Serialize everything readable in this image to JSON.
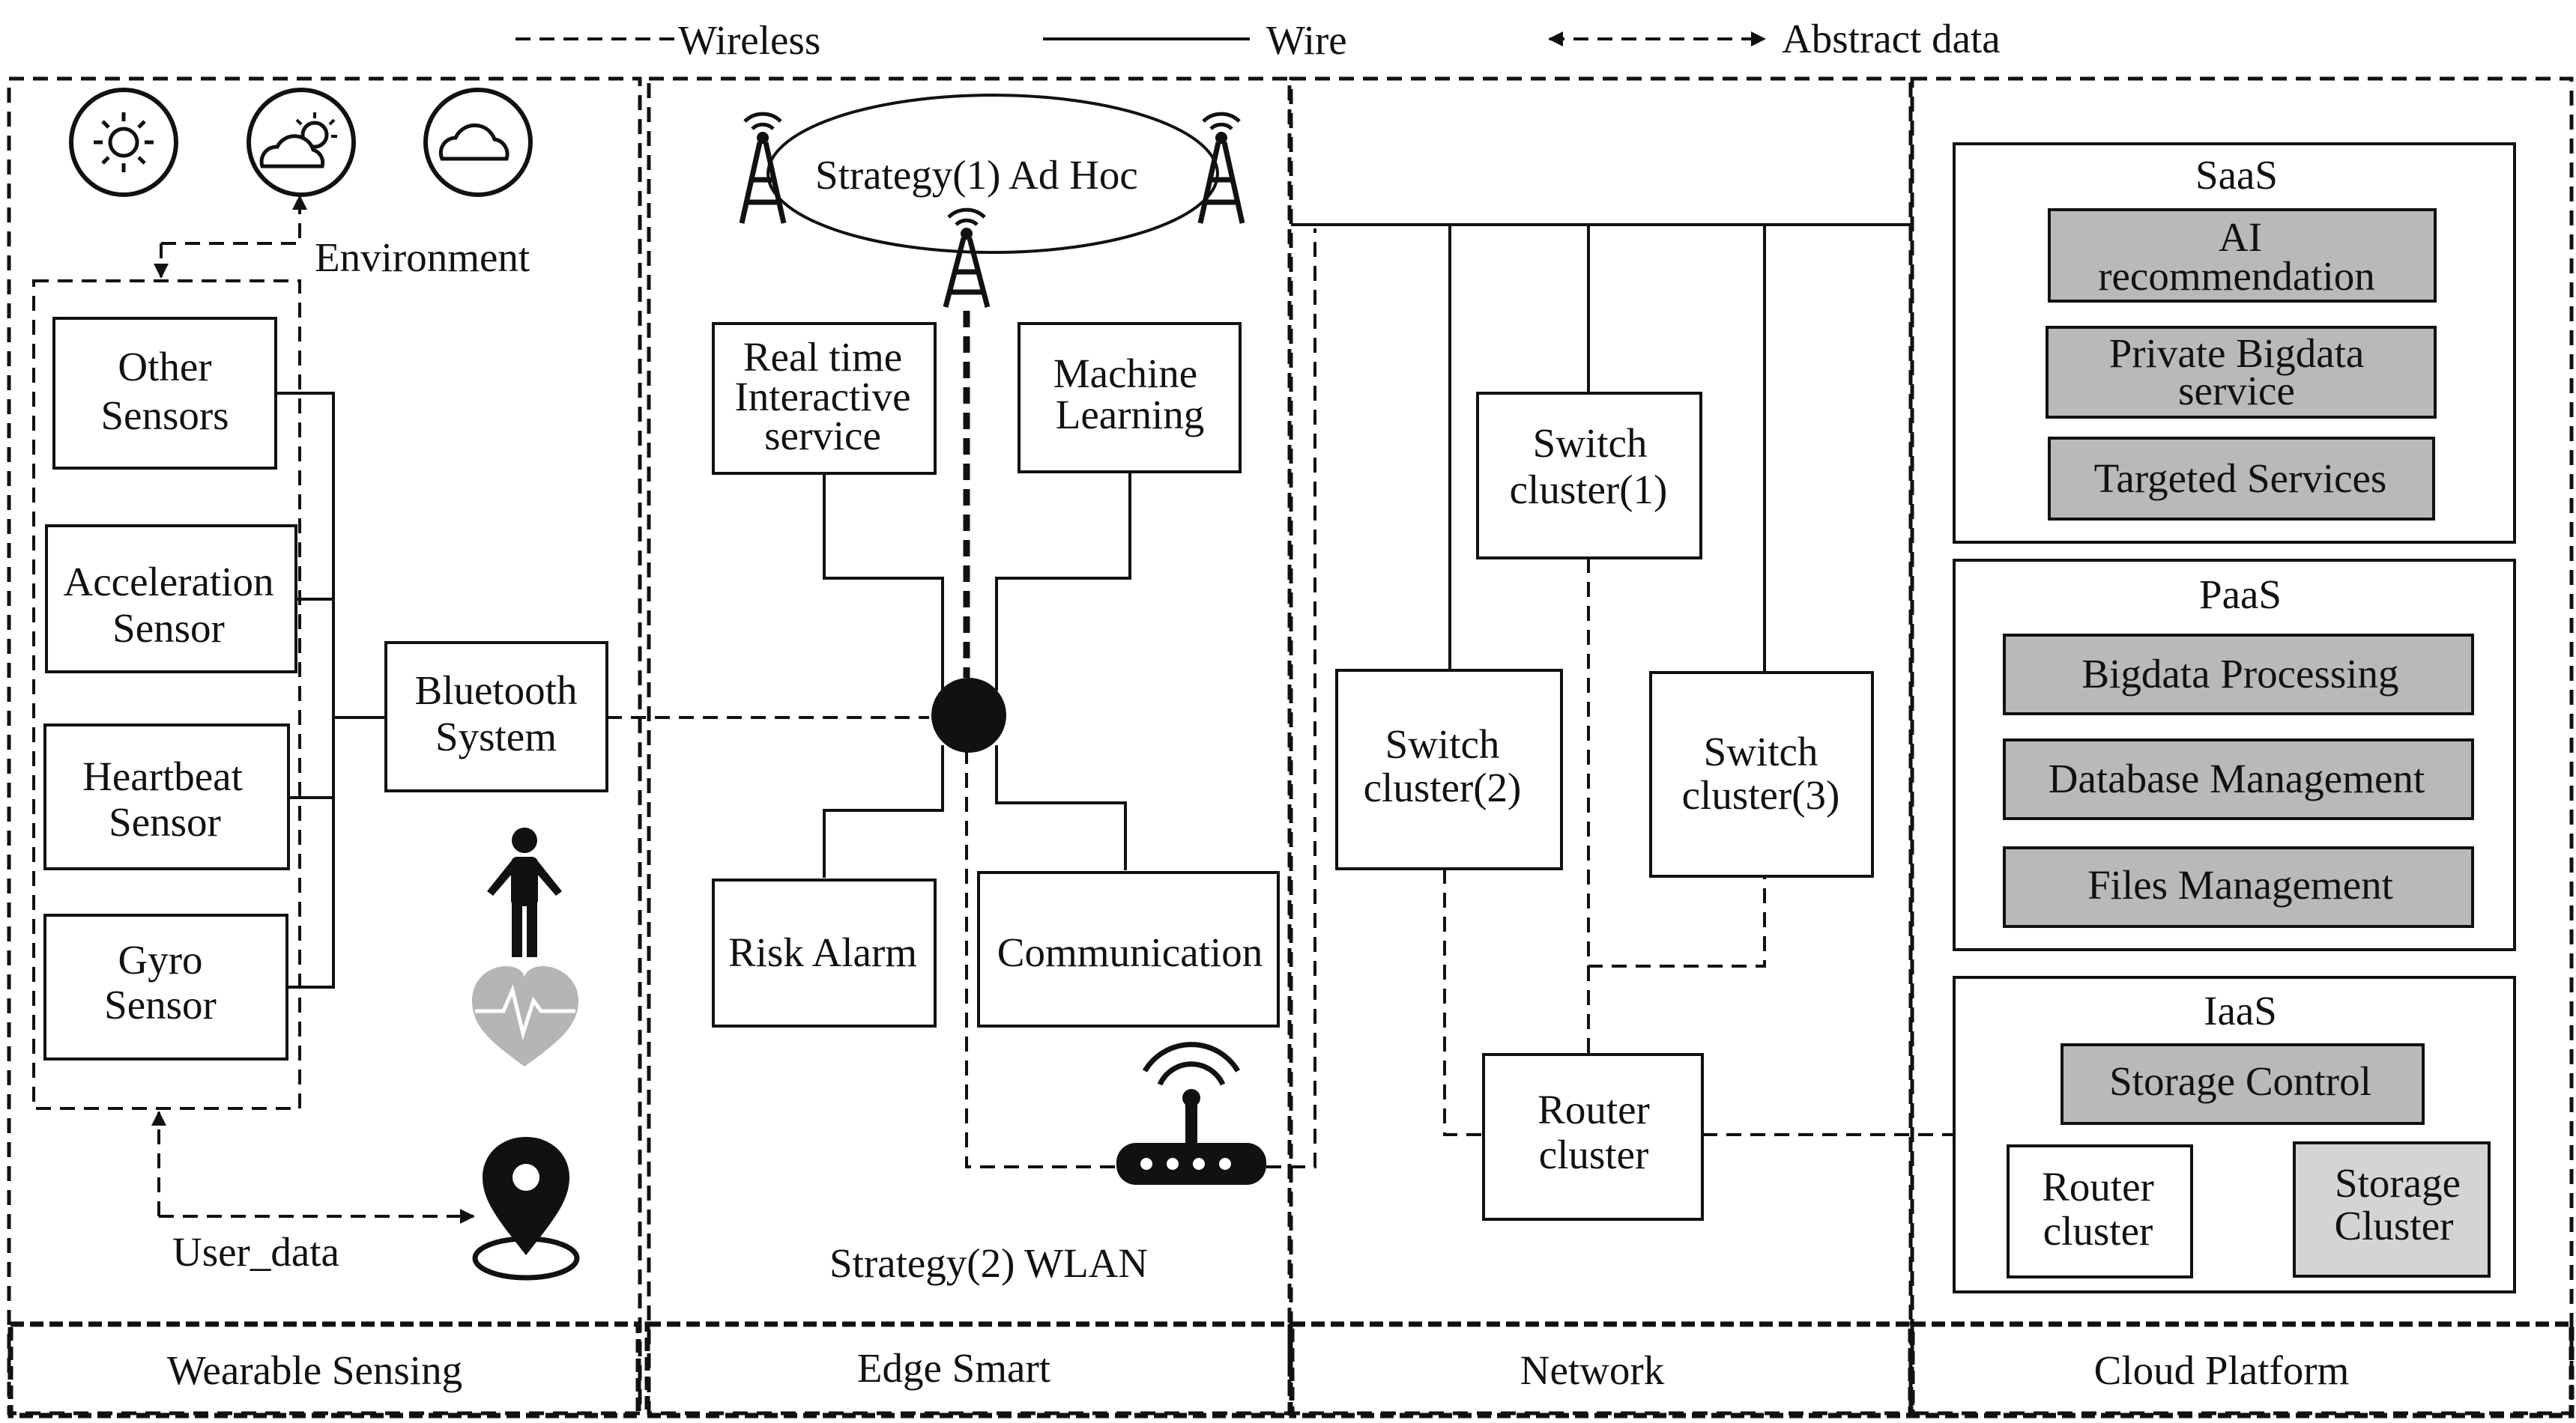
{
  "legend": {
    "wireless": "Wireless",
    "wire": "Wire",
    "abstract": "Abstract data"
  },
  "wearable": {
    "footer": "Wearable Sensing",
    "environment": "Environment",
    "user_data": "User_data",
    "sensors": [
      {
        "line1": "Other",
        "line2": "Sensors"
      },
      {
        "line1": "Acceleration",
        "line2": "Sensor"
      },
      {
        "line1": "Heartbeat",
        "line2": "Sensor"
      },
      {
        "line1": "Gyro",
        "line2": "Sensor"
      }
    ],
    "bluetooth": {
      "line1": "Bluetooth",
      "line2": "System"
    },
    "icons": [
      "sun-icon",
      "sun-cloud-icon",
      "cloud-icon",
      "person-icon",
      "heartbeat-icon",
      "location-pin-icon"
    ]
  },
  "edge": {
    "footer": "Edge Smart",
    "strategy1": "Strategy(1) Ad Hoc",
    "strategy2": "Strategy(2) WLAN",
    "realtime": {
      "line1": "Real time",
      "line2": "Interactive",
      "line3": "service"
    },
    "ml": {
      "line1": "Machine",
      "line2": "Learning"
    },
    "risk": "Risk Alarm",
    "communication": "Communication",
    "icons": [
      "antenna-tower-icon",
      "wifi-router-icon"
    ]
  },
  "network": {
    "footer": "Network",
    "switch1": {
      "line1": "Switch",
      "line2": "cluster(1)"
    },
    "switch2": {
      "line1": "Switch",
      "line2": "cluster(2)"
    },
    "switch3": {
      "line1": "Switch",
      "line2": "cluster(3)"
    },
    "router": {
      "line1": "Router",
      "line2": "cluster"
    }
  },
  "cloud": {
    "footer": "Cloud Platform",
    "saas": {
      "title": "SaaS",
      "items": [
        {
          "line1": "AI",
          "line2": "recommendation"
        },
        {
          "line1": "Private Bigdata",
          "line2": "service"
        },
        {
          "line1": "Targeted Services"
        }
      ]
    },
    "paas": {
      "title": "PaaS",
      "items": [
        "Bigdata Processing",
        "Database Management",
        "Files Management"
      ]
    },
    "iaas": {
      "title": "IaaS",
      "storage_control": "Storage Control",
      "router": {
        "line1": "Router",
        "line2": "cluster"
      },
      "storage": {
        "line1": "Storage",
        "line2": "Cluster"
      }
    }
  },
  "colors": {
    "line": "#111111",
    "service_fill": "#b9b9b9",
    "storage_cluster_fill": "#d4d4d4",
    "heart_fill": "#b5b5b5"
  }
}
